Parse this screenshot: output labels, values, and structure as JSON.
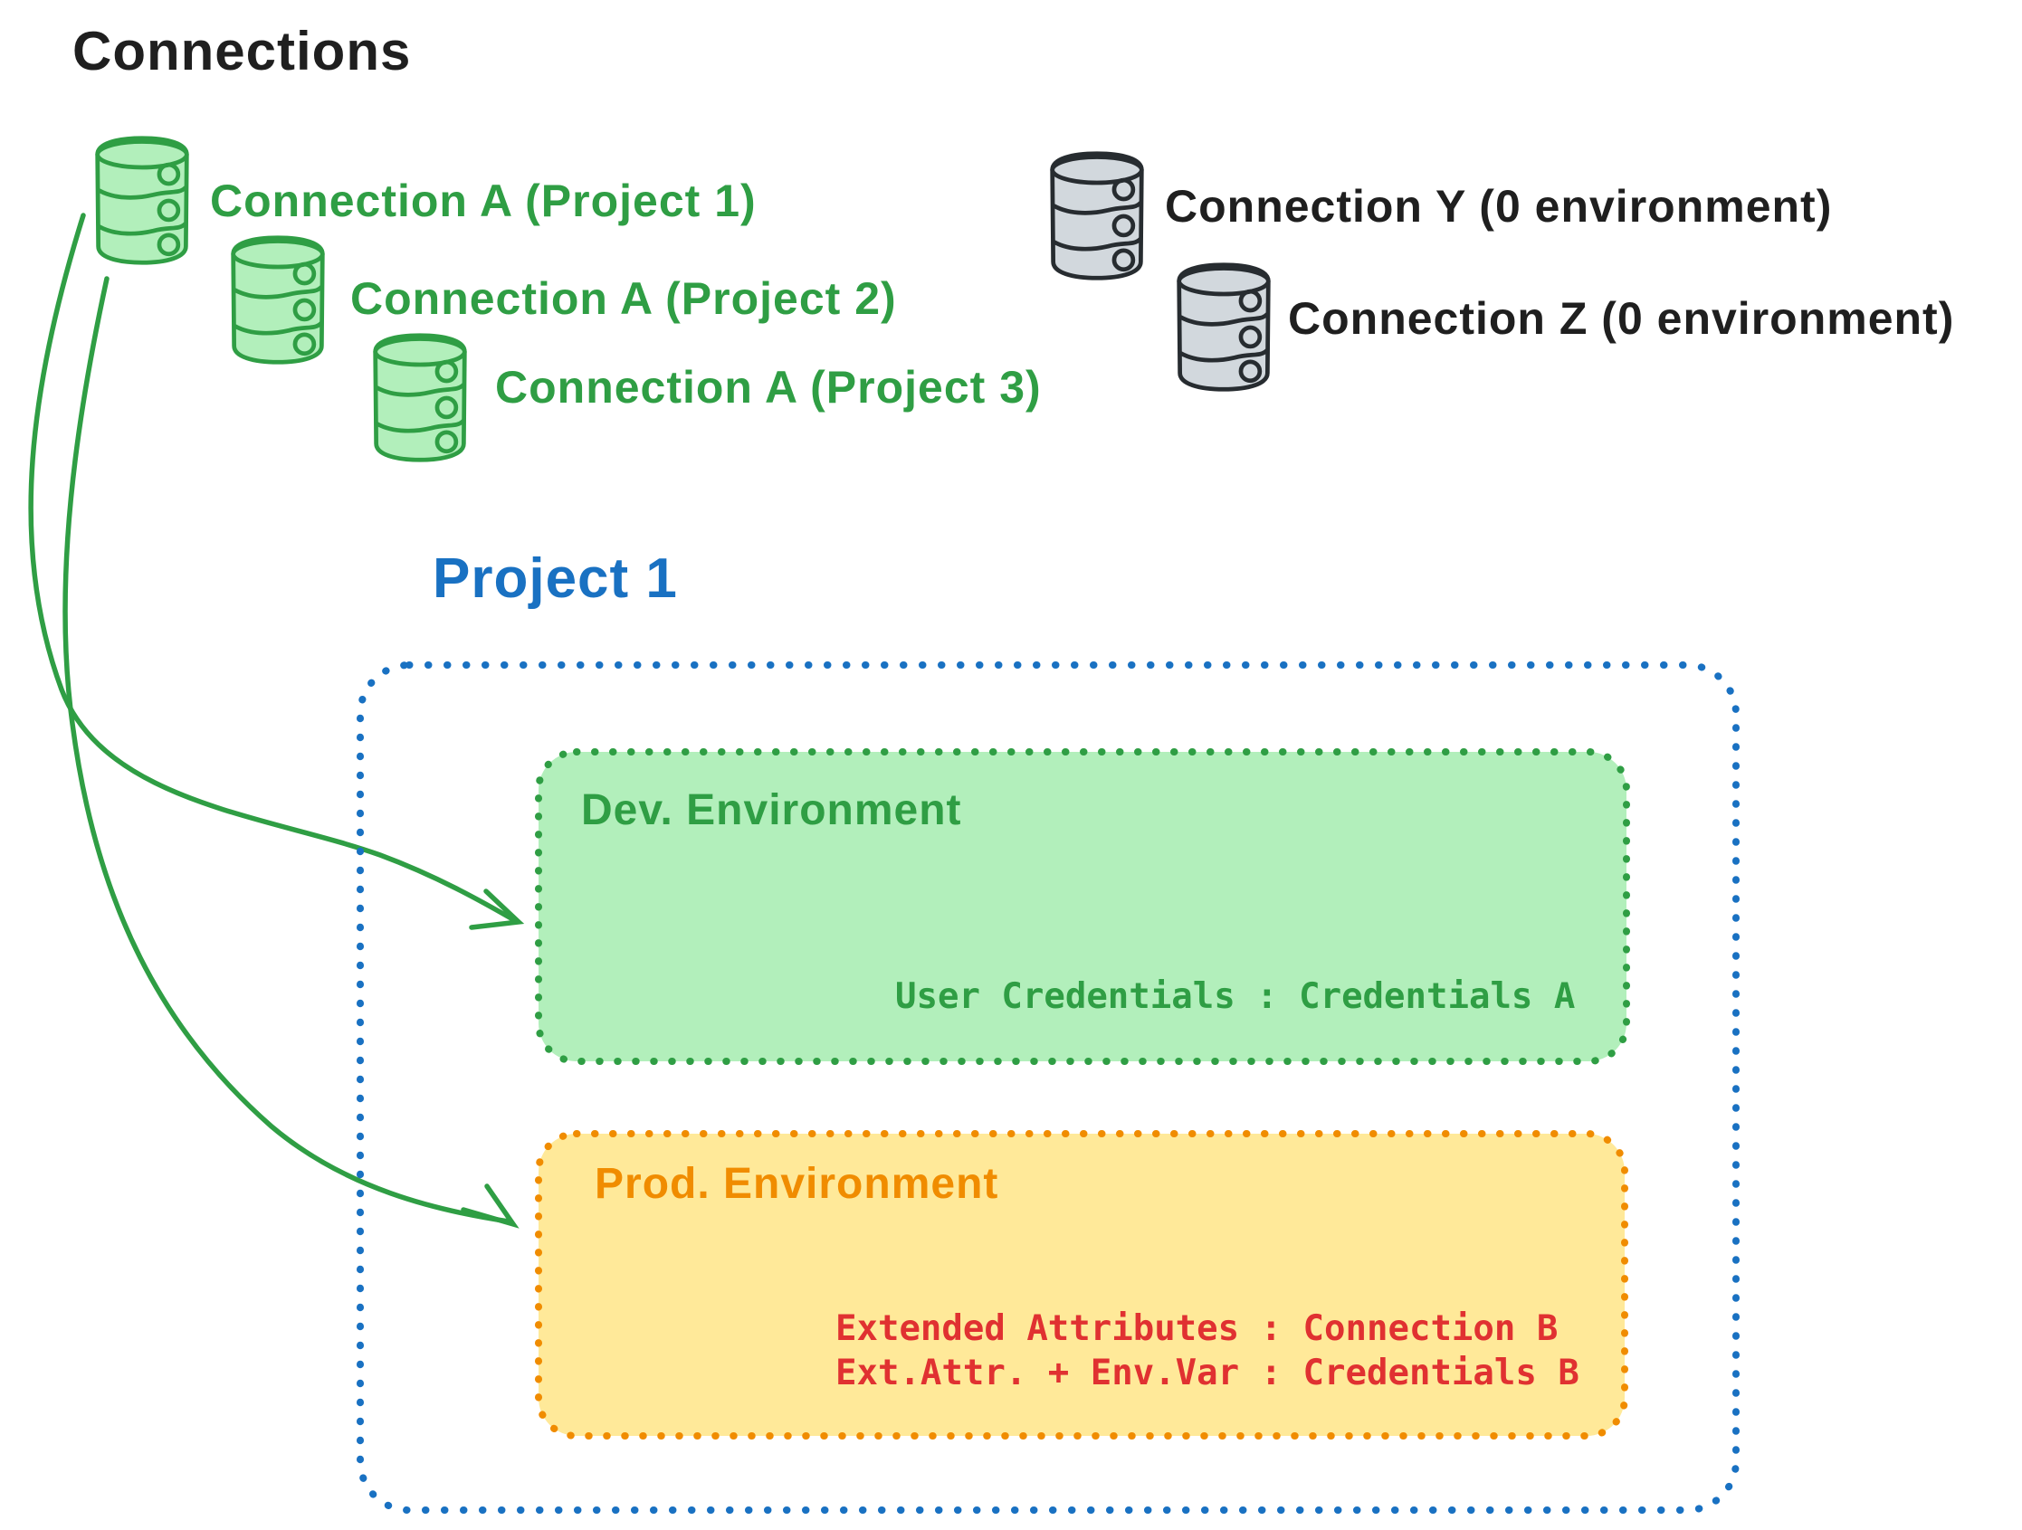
{
  "header": {
    "title": "Connections"
  },
  "green_connections": [
    {
      "icon": "database-icon",
      "label": "Connection A (Project 1)"
    },
    {
      "icon": "database-icon",
      "label": "Connection A (Project 2)"
    },
    {
      "icon": "database-icon",
      "label": "Connection A (Project 3)"
    }
  ],
  "gray_connections": [
    {
      "icon": "database-icon",
      "label": "Connection Y (0 environment)"
    },
    {
      "icon": "database-icon",
      "label": "Connection Z (0 environment)"
    }
  ],
  "project": {
    "title": "Project 1",
    "dev_environment": {
      "title": "Dev. Environment",
      "mapping": "User Credentials : Credentials A"
    },
    "prod_environment": {
      "title": "Prod. Environment",
      "mappings": [
        "Extended Attributes : Connection B",
        "Ext.Attr. + Env.Var : Credentials B"
      ]
    }
  },
  "arrows": [
    {
      "name": "connection-a-to-dev-environment"
    },
    {
      "name": "connection-a-to-prod-environment"
    }
  ],
  "colors": {
    "ink": "#1f1f1f",
    "green_stroke": "#2f9e44",
    "green_fill": "#b2efbb",
    "blue": "#1971c2",
    "orange": "#f08c00",
    "yellow_fill": "#ffe999",
    "red": "#e03131",
    "gray_fill": "#d2d8dd",
    "gray_stroke": "#272c30"
  }
}
